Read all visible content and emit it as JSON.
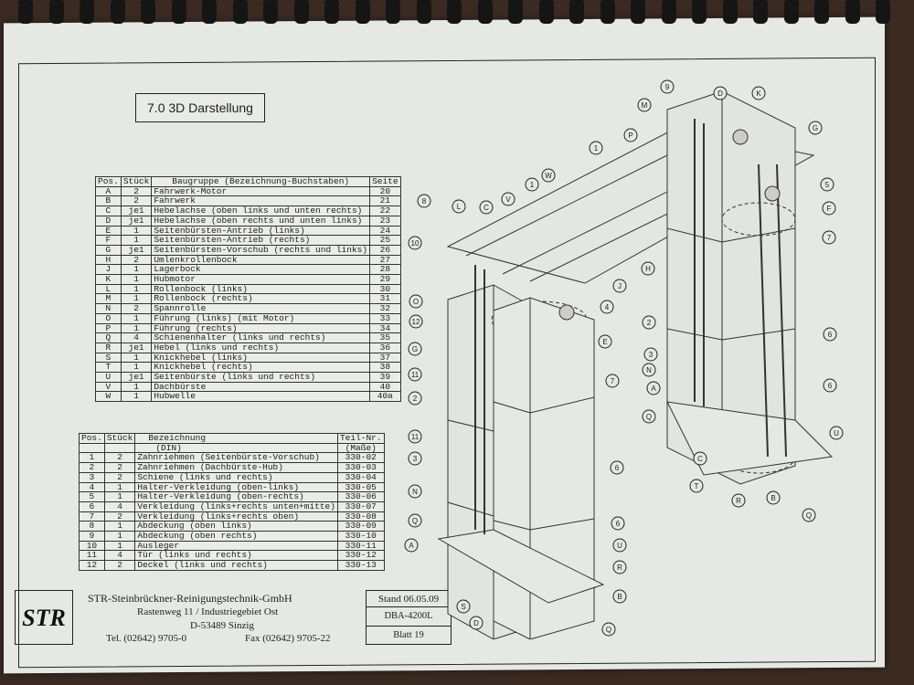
{
  "section_title": "7.0 3D Darstellung",
  "table_baugruppe": {
    "headers": [
      "Pos.",
      "Stück",
      "Baugruppe (Bezeichnung-Buchstaben)",
      "Seite"
    ],
    "rows": [
      [
        "A",
        "2",
        "Fahrwerk-Motor",
        "20"
      ],
      [
        "B",
        "2",
        "Fahrwerk",
        "21"
      ],
      [
        "C",
        "je1",
        "Hebelachse (oben links und unten rechts)",
        "22"
      ],
      [
        "D",
        "je1",
        "Hebelachse (oben rechts und unten links)",
        "23"
      ],
      [
        "E",
        "1",
        "Seitenbürsten-Antrieb (links)",
        "24"
      ],
      [
        "F",
        "1",
        "Seitenbürsten-Antrieb (rechts)",
        "25"
      ],
      [
        "G",
        "je1",
        "Seitenbürsten-Vorschub (rechts und links)",
        "26"
      ],
      [
        "H",
        "2",
        "Umlenkrollenbock",
        "27"
      ],
      [
        "J",
        "1",
        "Lagerbock",
        "28"
      ],
      [
        "K",
        "1",
        "Hubmotor",
        "29"
      ],
      [
        "L",
        "1",
        "Rollenbock (links)",
        "30"
      ],
      [
        "M",
        "1",
        "Rollenbock (rechts)",
        "31"
      ],
      [
        "N",
        "2",
        "Spannrolle",
        "32"
      ],
      [
        "O",
        "1",
        "Führung (links) (mit Motor)",
        "33"
      ],
      [
        "P",
        "1",
        "Führung (rechts)",
        "34"
      ],
      [
        "Q",
        "4",
        "Schienenhalter (links und rechts)",
        "35"
      ],
      [
        "R",
        "je1",
        "Hebel (links und rechts)",
        "36"
      ],
      [
        "S",
        "1",
        "Knickhebel (links)",
        "37"
      ],
      [
        "T",
        "1",
        "Knickhebel (rechts)",
        "38"
      ],
      [
        "U",
        "je1",
        "Seitenbürste (links und rechts)",
        "39"
      ],
      [
        "V",
        "1",
        "Dachbürste",
        "40"
      ],
      [
        "W",
        "1",
        "Hubwelle",
        "40a"
      ]
    ]
  },
  "table_teile": {
    "headers": [
      "Pos.",
      "Stück",
      "Bezeichnung",
      "Teil-Nr."
    ],
    "subheaders": [
      "(DIN)",
      "(Maße)"
    ],
    "rows": [
      [
        "1",
        "2",
        "Zahnriehmen (Seitenbürste-Vorschub)",
        "330-02"
      ],
      [
        "2",
        "2",
        "Zahnriehmen (Dachbürste-Hub)",
        "330-03"
      ],
      [
        "3",
        "2",
        "Schiene (links und rechts)",
        "330-04"
      ],
      [
        "4",
        "1",
        "Halter-Verkleidung (oben-links)",
        "330-05"
      ],
      [
        "5",
        "1",
        "Halter-Verkleidung (oben-rechts)",
        "330-06"
      ],
      [
        "6",
        "4",
        "Verkleidung (links+rechts unten+mitte)",
        "330-07"
      ],
      [
        "7",
        "2",
        "Verkleidung (links+rechts oben)",
        "330-08"
      ],
      [
        "8",
        "1",
        "Abdeckung (oben links)",
        "330-09"
      ],
      [
        "9",
        "1",
        "Abdeckung (oben rechts)",
        "330-10"
      ],
      [
        "10",
        "1",
        "Ausleger",
        "330-11"
      ],
      [
        "11",
        "4",
        "Tür (links und rechts)",
        "330-12"
      ],
      [
        "12",
        "2",
        "Deckel (links und rechts)",
        "330-13"
      ]
    ]
  },
  "footer": {
    "logo_text": "STR",
    "company": "STR-Steinbrückner-Reinigungstechnik-GmbH",
    "address1": "Rastenweg 11 / Industriegebiet Ost",
    "address2": "D-53489 Sinzig",
    "tel": "Tel. (02642) 9705-0",
    "fax": "Fax (02642) 9705-22",
    "stand": "Stand 06.05.09",
    "model": "DBA-4200L",
    "sheet": "Blatt 19"
  },
  "drawing_labels": [
    "9",
    "D",
    "K",
    "M",
    "G",
    "1",
    "P",
    "5",
    "F",
    "8",
    "L",
    "C",
    "W",
    "1",
    "V",
    "10",
    "O",
    "12",
    "H",
    "J",
    "4",
    "E",
    "7",
    "2",
    "G",
    "3",
    "N",
    "A",
    "Q",
    "6",
    "11",
    "6",
    "2",
    "U",
    "C",
    "T",
    "R",
    "B",
    "Q",
    "7",
    "11",
    "3",
    "N",
    "Q",
    "6",
    "U",
    "A",
    "6",
    "R",
    "S",
    "B",
    "D",
    "Q"
  ]
}
